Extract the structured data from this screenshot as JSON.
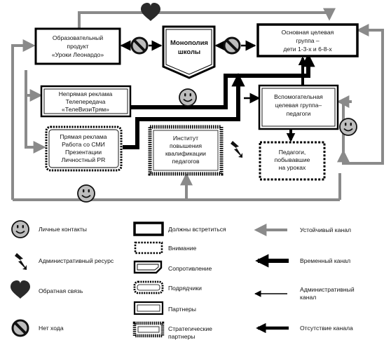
{
  "nodes": {
    "leonardo": {
      "line1": "Образовательный",
      "line2": "продукт",
      "line3": "«Уроки Леонардо»"
    },
    "monopoly": {
      "line1": "Монополия",
      "line2": "школы"
    },
    "main_target": {
      "line1": "Основная целевая",
      "line2": "группа –",
      "line3": "дети 1-3-х и 6-8-х"
    },
    "indirect_ad": {
      "line1": "Непрямая реклама",
      "line2": "Телепередача",
      "line3": "«ТелеВизиТрям»"
    },
    "aux_target": {
      "line1": "Вспомогательная",
      "line2": "целевая группа–",
      "line3": "педагоги"
    },
    "direct_ad": {
      "line1": "Прямая реклама",
      "line2": "Работа со СМИ",
      "line3": "Презентации",
      "line4": "Личностный PR"
    },
    "institute": {
      "line1": "Институт",
      "line2": "повышения",
      "line3": "квалификации",
      "line4": "педагогов"
    },
    "teachers": {
      "line1": "Педагоги,",
      "line2": "побывавшие",
      "line3": "на уроках"
    }
  },
  "legend": {
    "personal_contacts": "Личные контакты",
    "admin_resource": "Административный ресурс",
    "feedback": "Обратная связь",
    "no_move": "Нет хода",
    "must_meet": "Должны встретиться",
    "attention": "Внимание",
    "resistance": "Сопротивление",
    "contractors": "Подрядчики",
    "partners": "Партнеры",
    "strategic_line1": "Стратегические",
    "strategic_line2": "партнеры",
    "stable_channel": "Устойчивый канал",
    "temporary_channel": "Временный канал",
    "admin_channel_line1": "Административный",
    "admin_channel_line2": "канал",
    "no_channel": "Отсутствие канала"
  },
  "icons": {
    "smiley": "smiley-icon",
    "lightning": "lightning-icon",
    "heart": "heart-icon",
    "no_entry": "no-entry-icon"
  },
  "colors": {
    "stable": "#8a8a8a",
    "temporary": "#000000",
    "ink": "#111111",
    "face": "#bdbdbd"
  }
}
